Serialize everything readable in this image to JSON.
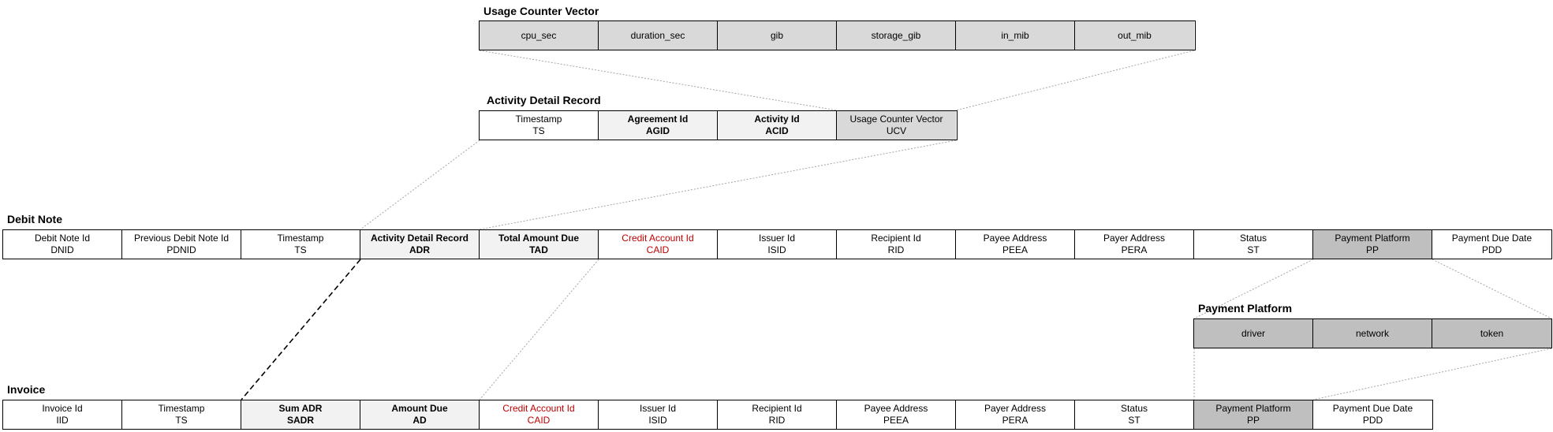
{
  "records": [
    {
      "title": "Usage Counter Vector",
      "fields": [
        {
          "name": "cpu_sec",
          "abbr": ""
        },
        {
          "name": "duration_sec",
          "abbr": ""
        },
        {
          "name": "gib",
          "abbr": ""
        },
        {
          "name": "storage_gib",
          "abbr": ""
        },
        {
          "name": "in_mib",
          "abbr": ""
        },
        {
          "name": "out_mib",
          "abbr": ""
        }
      ]
    },
    {
      "title": "Activity Detail Record",
      "fields": [
        {
          "name": "Timestamp",
          "abbr": "TS"
        },
        {
          "name": "Agreement Id",
          "abbr": "AGID"
        },
        {
          "name": "Activity Id",
          "abbr": "ACID"
        },
        {
          "name": "Usage Counter Vector",
          "abbr": "UCV"
        }
      ]
    },
    {
      "title": "Debit Note",
      "fields": [
        {
          "name": "Debit Note Id",
          "abbr": "DNID"
        },
        {
          "name": "Previous Debit Note Id",
          "abbr": "PDNID"
        },
        {
          "name": "Timestamp",
          "abbr": "TS"
        },
        {
          "name": "Activity Detail Record",
          "abbr": "ADR"
        },
        {
          "name": "Total Amount Due",
          "abbr": "TAD"
        },
        {
          "name": "Credit Account Id",
          "abbr": "CAID"
        },
        {
          "name": "Issuer Id",
          "abbr": "ISID"
        },
        {
          "name": "Recipient Id",
          "abbr": "RID"
        },
        {
          "name": "Payee Address",
          "abbr": "PEEA"
        },
        {
          "name": "Payer Address",
          "abbr": "PERA"
        },
        {
          "name": "Status",
          "abbr": "ST"
        },
        {
          "name": "Payment Platform",
          "abbr": "PP"
        },
        {
          "name": "Payment Due Date",
          "abbr": "PDD"
        }
      ]
    },
    {
      "title": "Payment Platform",
      "fields": [
        {
          "name": "driver",
          "abbr": ""
        },
        {
          "name": "network",
          "abbr": ""
        },
        {
          "name": "token",
          "abbr": ""
        }
      ]
    },
    {
      "title": "Invoice",
      "fields": [
        {
          "name": "Invoice Id",
          "abbr": "IID"
        },
        {
          "name": "Timestamp",
          "abbr": "TS"
        },
        {
          "name": "Sum ADR",
          "abbr": "SADR"
        },
        {
          "name": "Amount Due",
          "abbr": "AD"
        },
        {
          "name": "Credit Account Id",
          "abbr": "CAID"
        },
        {
          "name": "Issuer Id",
          "abbr": "ISID"
        },
        {
          "name": "Recipient Id",
          "abbr": "RID"
        },
        {
          "name": "Payee Address",
          "abbr": "PEEA"
        },
        {
          "name": "Payer Address",
          "abbr": "PERA"
        },
        {
          "name": "Status",
          "abbr": "ST"
        },
        {
          "name": "Payment Platform",
          "abbr": "PP"
        },
        {
          "name": "Payment Due Date",
          "abbr": "PDD"
        }
      ]
    }
  ],
  "colors": {
    "border": "#000000",
    "connector": "#a6a6a6",
    "red_text": "#c00000",
    "shade_light": "#f2f2f2",
    "shade_mid": "#d9d9d9",
    "shade_dark": "#bfbfbf"
  }
}
